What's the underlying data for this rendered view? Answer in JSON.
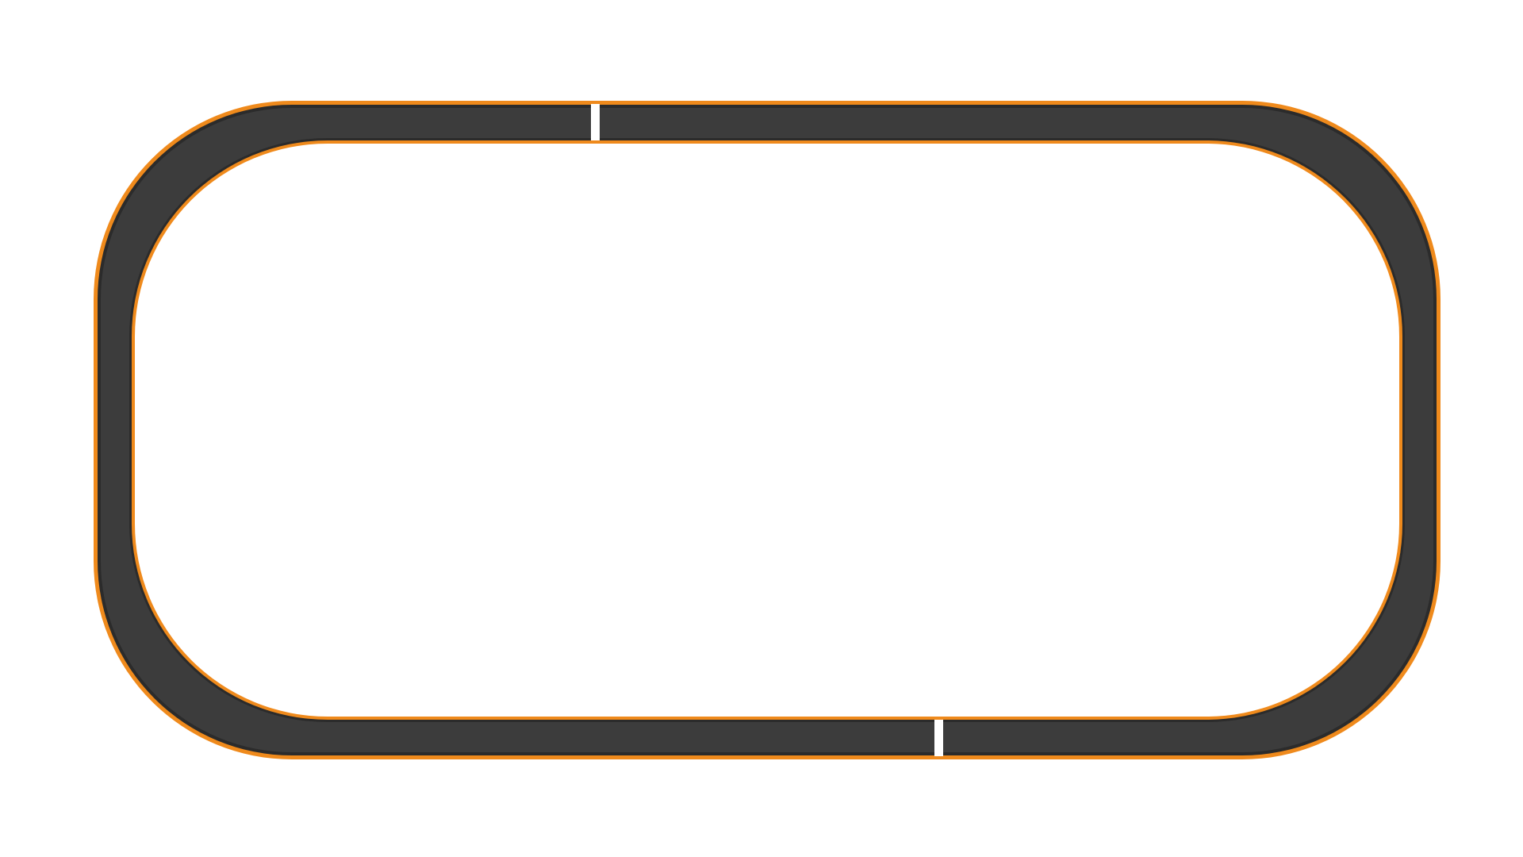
{
  "track": {
    "shape": "rounded-rectangle oval",
    "surface_color": "#3c3c3c",
    "edge_outline_color": "#2b2b2b",
    "border_color": "#ef8a1c",
    "background_color": "#ffffff",
    "markers": [
      {
        "name": "top-line",
        "color": "#ffffff"
      },
      {
        "name": "bottom-line",
        "color": "#ffffff"
      }
    ]
  }
}
